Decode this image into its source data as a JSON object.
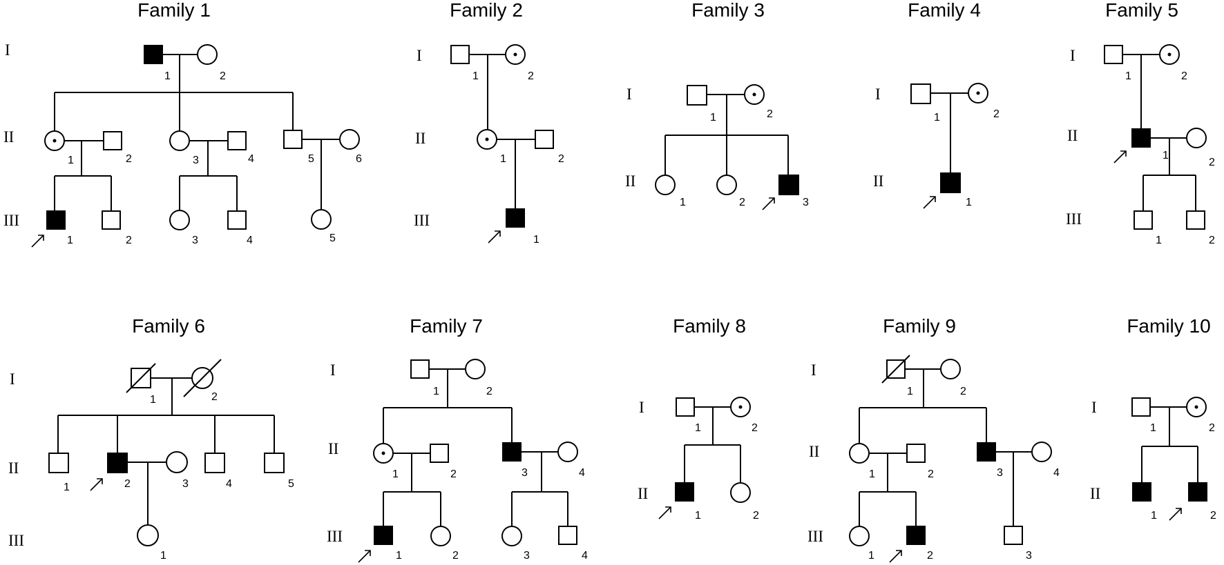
{
  "figure": {
    "families": [
      {
        "title": "Family 1",
        "generations": [
          "I",
          "II",
          "III"
        ],
        "individuals": [
          {
            "id": "I-1",
            "sex": "male",
            "affected": true,
            "label": "1"
          },
          {
            "id": "I-2",
            "sex": "female",
            "affected": false,
            "label": "2"
          },
          {
            "id": "II-1",
            "sex": "female",
            "carrier": true,
            "label": "1"
          },
          {
            "id": "II-2",
            "sex": "male",
            "affected": false,
            "label": "2"
          },
          {
            "id": "II-3",
            "sex": "female",
            "affected": false,
            "label": "3"
          },
          {
            "id": "II-4",
            "sex": "male",
            "affected": false,
            "label": "4"
          },
          {
            "id": "II-5",
            "sex": "male",
            "affected": false,
            "label": "5"
          },
          {
            "id": "II-6",
            "sex": "female",
            "affected": false,
            "label": "6"
          },
          {
            "id": "III-1",
            "sex": "male",
            "affected": true,
            "proband": true,
            "label": "1"
          },
          {
            "id": "III-2",
            "sex": "male",
            "affected": false,
            "label": "2"
          },
          {
            "id": "III-3",
            "sex": "female",
            "affected": false,
            "label": "3"
          },
          {
            "id": "III-4",
            "sex": "male",
            "affected": false,
            "label": "4"
          },
          {
            "id": "III-5",
            "sex": "female",
            "affected": false,
            "label": "5"
          }
        ]
      },
      {
        "title": "Family 2",
        "generations": [
          "I",
          "II",
          "III"
        ],
        "individuals": [
          {
            "id": "I-1",
            "sex": "male",
            "affected": false,
            "label": "1"
          },
          {
            "id": "I-2",
            "sex": "female",
            "carrier": true,
            "label": "2"
          },
          {
            "id": "II-1",
            "sex": "female",
            "carrier": true,
            "label": "1"
          },
          {
            "id": "II-2",
            "sex": "male",
            "affected": false,
            "label": "2"
          },
          {
            "id": "III-1",
            "sex": "male",
            "affected": true,
            "proband": true,
            "label": "1"
          }
        ]
      },
      {
        "title": "Family 3",
        "generations": [
          "I",
          "II"
        ],
        "individuals": [
          {
            "id": "I-1",
            "sex": "male",
            "affected": false,
            "label": "1"
          },
          {
            "id": "I-2",
            "sex": "female",
            "carrier": true,
            "label": "2"
          },
          {
            "id": "II-1",
            "sex": "female",
            "affected": false,
            "label": "1"
          },
          {
            "id": "II-2",
            "sex": "female",
            "affected": false,
            "label": "2"
          },
          {
            "id": "II-3",
            "sex": "male",
            "affected": true,
            "proband": true,
            "label": "3"
          }
        ]
      },
      {
        "title": "Family 4",
        "generations": [
          "I",
          "II"
        ],
        "individuals": [
          {
            "id": "I-1",
            "sex": "male",
            "affected": false,
            "label": "1"
          },
          {
            "id": "I-2",
            "sex": "female",
            "carrier": true,
            "label": "2"
          },
          {
            "id": "II-1",
            "sex": "male",
            "affected": true,
            "proband": true,
            "label": "1"
          }
        ]
      },
      {
        "title": "Family 5",
        "generations": [
          "I",
          "II",
          "III"
        ],
        "individuals": [
          {
            "id": "I-1",
            "sex": "male",
            "affected": false,
            "label": "1"
          },
          {
            "id": "I-2",
            "sex": "female",
            "carrier": true,
            "label": "2"
          },
          {
            "id": "II-1",
            "sex": "male",
            "affected": true,
            "proband": true,
            "label": "1"
          },
          {
            "id": "II-2",
            "sex": "female",
            "affected": false,
            "label": "2"
          },
          {
            "id": "III-1",
            "sex": "male",
            "affected": false,
            "label": "1"
          },
          {
            "id": "III-2",
            "sex": "male",
            "affected": false,
            "label": "2"
          }
        ]
      },
      {
        "title": "Family 6",
        "generations": [
          "I",
          "II",
          "III"
        ],
        "individuals": [
          {
            "id": "I-1",
            "sex": "male",
            "deceased": true,
            "label": "1"
          },
          {
            "id": "I-2",
            "sex": "female",
            "deceased": true,
            "label": "2"
          },
          {
            "id": "II-1",
            "sex": "male",
            "affected": false,
            "label": "1"
          },
          {
            "id": "II-2",
            "sex": "male",
            "affected": true,
            "proband": true,
            "label": "2"
          },
          {
            "id": "II-3",
            "sex": "female",
            "affected": false,
            "label": "3"
          },
          {
            "id": "II-4",
            "sex": "male",
            "affected": false,
            "label": "4"
          },
          {
            "id": "II-5",
            "sex": "male",
            "affected": false,
            "label": "5"
          },
          {
            "id": "III-1",
            "sex": "female",
            "affected": false,
            "label": "1"
          }
        ]
      },
      {
        "title": "Family 7",
        "generations": [
          "I",
          "II",
          "III"
        ],
        "individuals": [
          {
            "id": "I-1",
            "sex": "male",
            "affected": false,
            "label": "1"
          },
          {
            "id": "I-2",
            "sex": "female",
            "affected": false,
            "label": "2"
          },
          {
            "id": "II-1",
            "sex": "female",
            "carrier": true,
            "label": "1"
          },
          {
            "id": "II-2",
            "sex": "male",
            "affected": false,
            "label": "2"
          },
          {
            "id": "II-3",
            "sex": "male",
            "affected": true,
            "label": "3"
          },
          {
            "id": "II-4",
            "sex": "female",
            "affected": false,
            "label": "4"
          },
          {
            "id": "III-1",
            "sex": "male",
            "affected": true,
            "proband": true,
            "label": "1"
          },
          {
            "id": "III-2",
            "sex": "female",
            "affected": false,
            "label": "2"
          },
          {
            "id": "III-3",
            "sex": "female",
            "affected": false,
            "label": "3"
          },
          {
            "id": "III-4",
            "sex": "male",
            "affected": false,
            "label": "4"
          }
        ]
      },
      {
        "title": "Family 8",
        "generations": [
          "I",
          "II"
        ],
        "individuals": [
          {
            "id": "I-1",
            "sex": "male",
            "affected": false,
            "label": "1"
          },
          {
            "id": "I-2",
            "sex": "female",
            "carrier": true,
            "label": "2"
          },
          {
            "id": "II-1",
            "sex": "male",
            "affected": true,
            "proband": true,
            "label": "1"
          },
          {
            "id": "II-2",
            "sex": "female",
            "affected": false,
            "label": "2"
          }
        ]
      },
      {
        "title": "Family 9",
        "generations": [
          "I",
          "II",
          "III"
        ],
        "individuals": [
          {
            "id": "I-1",
            "sex": "male",
            "deceased": true,
            "label": "1"
          },
          {
            "id": "I-2",
            "sex": "female",
            "affected": false,
            "label": "2"
          },
          {
            "id": "II-1",
            "sex": "female",
            "affected": false,
            "label": "1"
          },
          {
            "id": "II-2",
            "sex": "male",
            "affected": false,
            "label": "2"
          },
          {
            "id": "II-3",
            "sex": "male",
            "affected": true,
            "label": "3"
          },
          {
            "id": "II-4",
            "sex": "female",
            "affected": false,
            "label": "4"
          },
          {
            "id": "III-1",
            "sex": "female",
            "affected": false,
            "label": "1"
          },
          {
            "id": "III-2",
            "sex": "male",
            "affected": true,
            "proband": true,
            "label": "2"
          },
          {
            "id": "III-3",
            "sex": "male",
            "affected": false,
            "label": "3"
          }
        ]
      },
      {
        "title": "Family 10",
        "generations": [
          "I",
          "II"
        ],
        "individuals": [
          {
            "id": "I-1",
            "sex": "male",
            "affected": false,
            "label": "1"
          },
          {
            "id": "I-2",
            "sex": "female",
            "carrier": true,
            "label": "2"
          },
          {
            "id": "II-1",
            "sex": "male",
            "affected": true,
            "label": "1"
          },
          {
            "id": "II-2",
            "sex": "male",
            "affected": true,
            "proband": true,
            "label": "2"
          }
        ]
      }
    ]
  }
}
